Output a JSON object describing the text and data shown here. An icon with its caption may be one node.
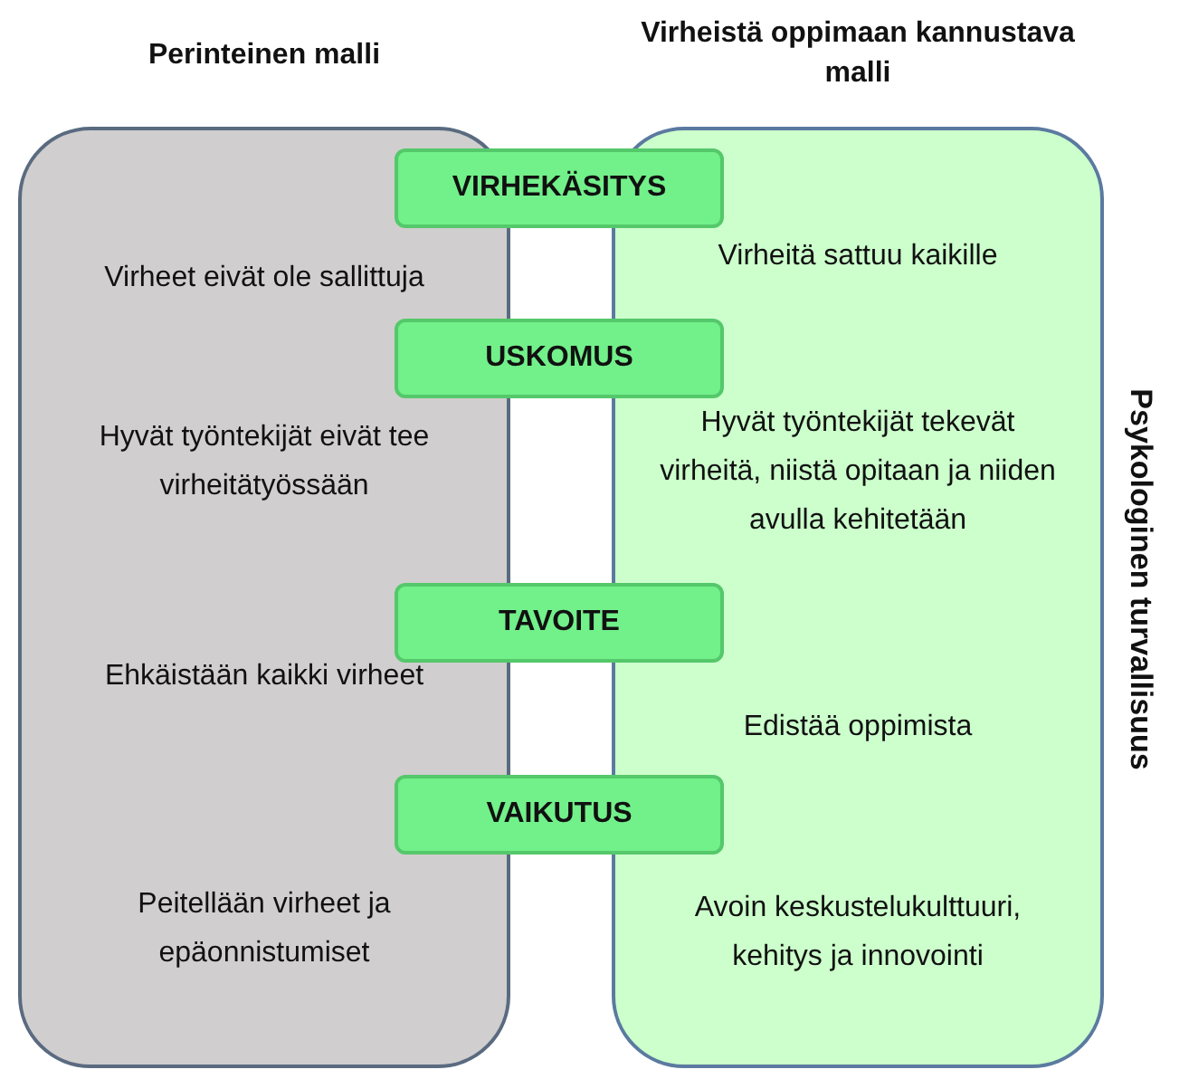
{
  "diagram": {
    "nodes": [
      {
        "text": [
          "Perinteinen malli",
          "Virheet eivät ole sallittuja",
          "Hyvät työntekijät eivät tee virheitätyössään",
          "Ehkäistään kaikki virheet",
          "Peitellään virheet ja epäonnistumiset"
        ]
      },
      {
        "text": [
          "Virheistä oppimaan kannustava malli",
          "Virheitä sattuu kaikille",
          "Hyvät työntekijät tekevät virheitä, niistä opitaan ja niiden avulla kehitetään",
          "Edistää oppimista",
          "Avoin keskustelukulttuuri, kehitys ja innovointi"
        ]
      },
      {
        "text": [
          "VIRHEKÄSITYS"
        ]
      },
      {
        "text": [
          "USKOMUS"
        ]
      },
      {
        "text": [
          "TAVOITE"
        ]
      },
      {
        "text": [
          "VAIKUTUS"
        ]
      }
    ],
    "labels": [
      "Psykologinen turvallisuus"
    ]
  }
}
